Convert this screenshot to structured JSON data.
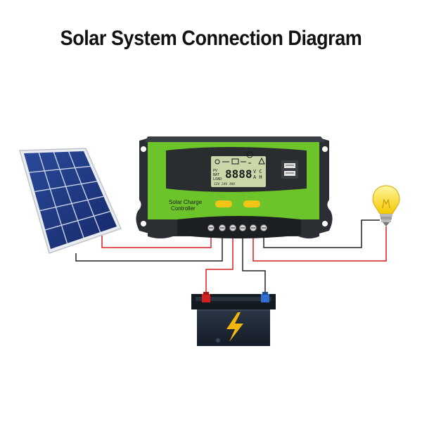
{
  "title": "Solar System Connection Diagram",
  "controller": {
    "label_line1": "Solar Charge",
    "label_line2": "Controller",
    "lcd_readout": "8888",
    "lcd_units_top": "V C",
    "lcd_units_bottom": "A H",
    "lcd_row_labels": [
      "PV",
      "BAT",
      "LOAD"
    ],
    "lcd_voltages": [
      "12V",
      "24V",
      "48V"
    ],
    "body_color": "#6cc42a",
    "lcd_color": "#c8d6a8",
    "button_color": "#f2c418"
  },
  "wire_colors": {
    "positive": "#d42020",
    "negative": "#222222"
  },
  "icons": {
    "solar_panel": "solar-panel-icon",
    "battery": "battery-icon",
    "bulb": "light-bulb-icon",
    "lightning": "lightning-bolt-icon",
    "usb": "usb-port-icon"
  }
}
